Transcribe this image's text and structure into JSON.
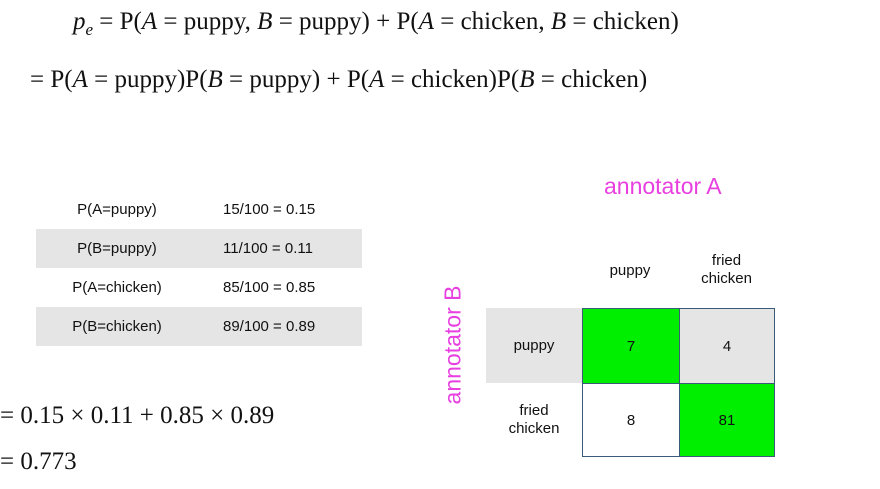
{
  "equations": {
    "line1": {
      "lhs_var": "p",
      "lhs_sub": "e",
      "rhs_prefix": " = ",
      "p1": "P(",
      "p1_var_a": "A",
      "p1_mid": " = puppy, ",
      "p1_var_b": "B",
      "p1_end": " = puppy) + ",
      "p2": "P(",
      "p2_var_a": "A",
      "p2_mid": " = chicken, ",
      "p2_var_b": "B",
      "p2_end": " = chicken)"
    },
    "line2": {
      "prefix": "= P(",
      "var_a1": "A",
      "t1": " = puppy)P(",
      "var_b1": "B",
      "t2": " = puppy) + P(",
      "var_a2": "A",
      "t3": " = chicken)P(",
      "var_b2": "B",
      "t4": " = chicken)"
    },
    "result_line1": "= 0.15 × 0.11 + 0.85 × 0.89",
    "result_line2": "= 0.773"
  },
  "probability_table": [
    {
      "label": "P(A=puppy)",
      "value": "15/100 = 0.15"
    },
    {
      "label": "P(B=puppy)",
      "value": "11/100 = 0.11"
    },
    {
      "label": "P(A=chicken)",
      "value": "85/100 = 0.85"
    },
    {
      "label": "P(B=chicken)",
      "value": "89/100 = 0.89"
    }
  ],
  "confusion_matrix": {
    "annotator_a_label": "annotator A",
    "annotator_b_label": "annotator B",
    "columns": [
      "puppy",
      "fried\nchicken"
    ],
    "rows": [
      "puppy",
      "fried\nchicken"
    ],
    "cells": [
      [
        "7",
        "4"
      ],
      [
        "8",
        "81"
      ]
    ]
  },
  "colors": {
    "annotator_label": "#e83fe0",
    "agreement_cell": "#00ee00",
    "shaded_row": "#e5e5e5",
    "grid_border": "#3a5a78"
  }
}
